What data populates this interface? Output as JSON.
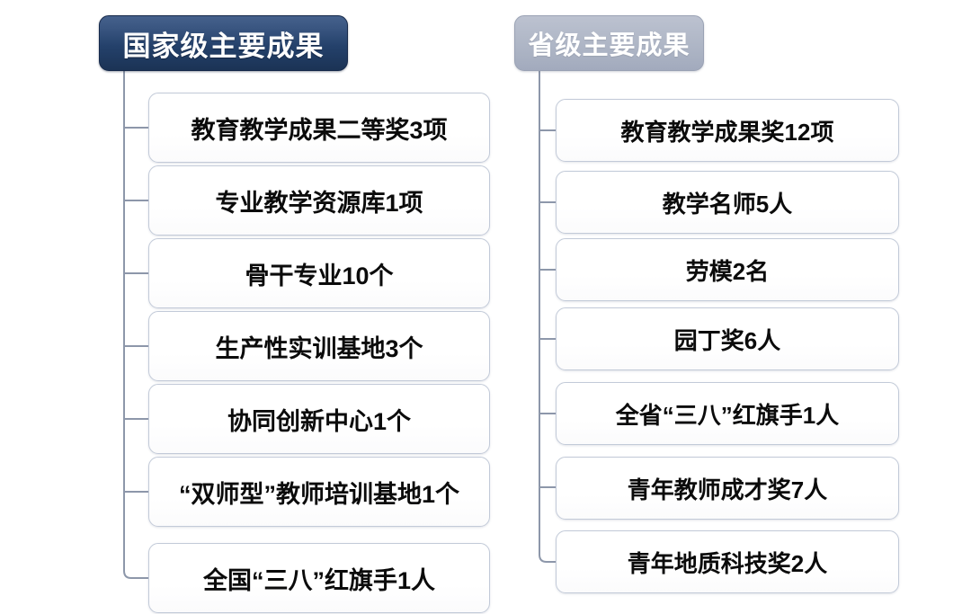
{
  "diagram": {
    "type": "two-column-bracket-list",
    "background_color": "#ffffff",
    "columns": [
      {
        "id": "national",
        "header": {
          "label": "国家级主要成果",
          "background_color": "#24416b",
          "text_color": "#ffffff"
        },
        "items": [
          {
            "label": "教育教学成果二等奖3项"
          },
          {
            "label": "专业教学资源库1项"
          },
          {
            "label": "骨干专业10个"
          },
          {
            "label": "生产性实训基地3个"
          },
          {
            "label": "协同创新中心1个"
          },
          {
            "label": "“双师型”教师培训基地1个"
          },
          {
            "label": "全国“三八”红旗手1人"
          }
        ]
      },
      {
        "id": "provincial",
        "header": {
          "label": "省级主要成果",
          "background_color": "#aeb6c6",
          "text_color": "#ffffff"
        },
        "items": [
          {
            "label": "教育教学成果奖12项"
          },
          {
            "label": "教学名师5人"
          },
          {
            "label": "劳模2名"
          },
          {
            "label": "园丁奖6人"
          },
          {
            "label": "全省“三八”红旗手1人"
          },
          {
            "label": "青年教师成才奖7人"
          },
          {
            "label": "青年地质科技奖2人"
          }
        ]
      }
    ],
    "connector_color": "#8d97aa",
    "item_border_color": "#c2cad8",
    "item_background_color": "#ffffff",
    "item_text_color": "#0b0b0b"
  }
}
